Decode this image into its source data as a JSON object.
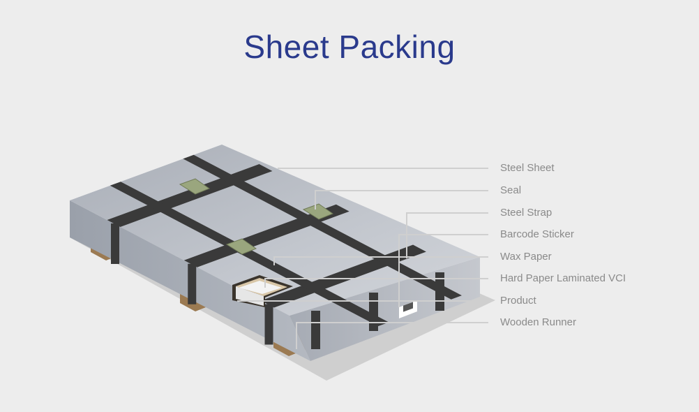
{
  "title": "Sheet Packing",
  "labels": [
    "Steel Sheet",
    "Seal",
    "Steel Strap",
    "Barcode Sticker",
    "Wax Paper",
    "Hard Paper Laminated VCI",
    "Product",
    "Wooden Runner"
  ],
  "colors": {
    "title": "#2a3a8c",
    "label": "#8a8a8a",
    "background": "#ededed",
    "strap": "#3a3a3a",
    "seal": "#9aa67e",
    "wood": "#9b7a52"
  }
}
